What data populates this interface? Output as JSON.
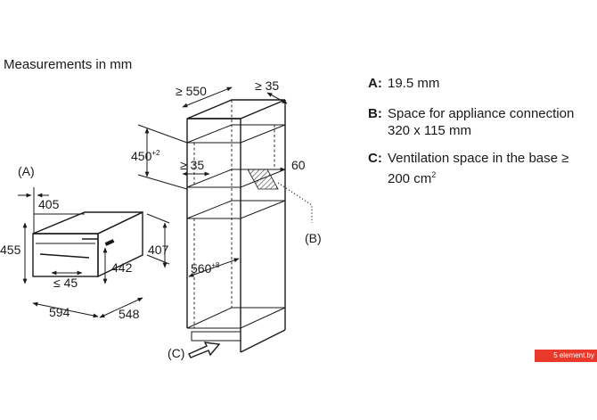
{
  "title": "Measurements in mm",
  "legend": {
    "a_key": "A:",
    "a_text": "19.5 mm",
    "b_key": "B:",
    "b_line1": "Space for appliance connection",
    "b_line2": "320 x 115 mm",
    "c_key": "C:",
    "c_line1": "Ventilation space in the base ≥",
    "c_line2": "200 cm",
    "c_sup": "2"
  },
  "oven_dims": {
    "label_a": "(A)",
    "depth_top": "405",
    "height_left": "455",
    "height_right": "407",
    "inner_height": "442",
    "gap": "≤ 45",
    "width": "594",
    "depth": "548"
  },
  "cabinet_dims": {
    "width_top": "≥ 550",
    "depth_top": "≥ 35",
    "niche_height": "450",
    "niche_height_sup": "+2",
    "inner_gap": "≥ 35",
    "rear_gap": "60",
    "label_b": "(B)",
    "opening_width": "560",
    "opening_width_sup": "+8",
    "label_c": "(C)"
  },
  "watermark_text": "5 element.by"
}
